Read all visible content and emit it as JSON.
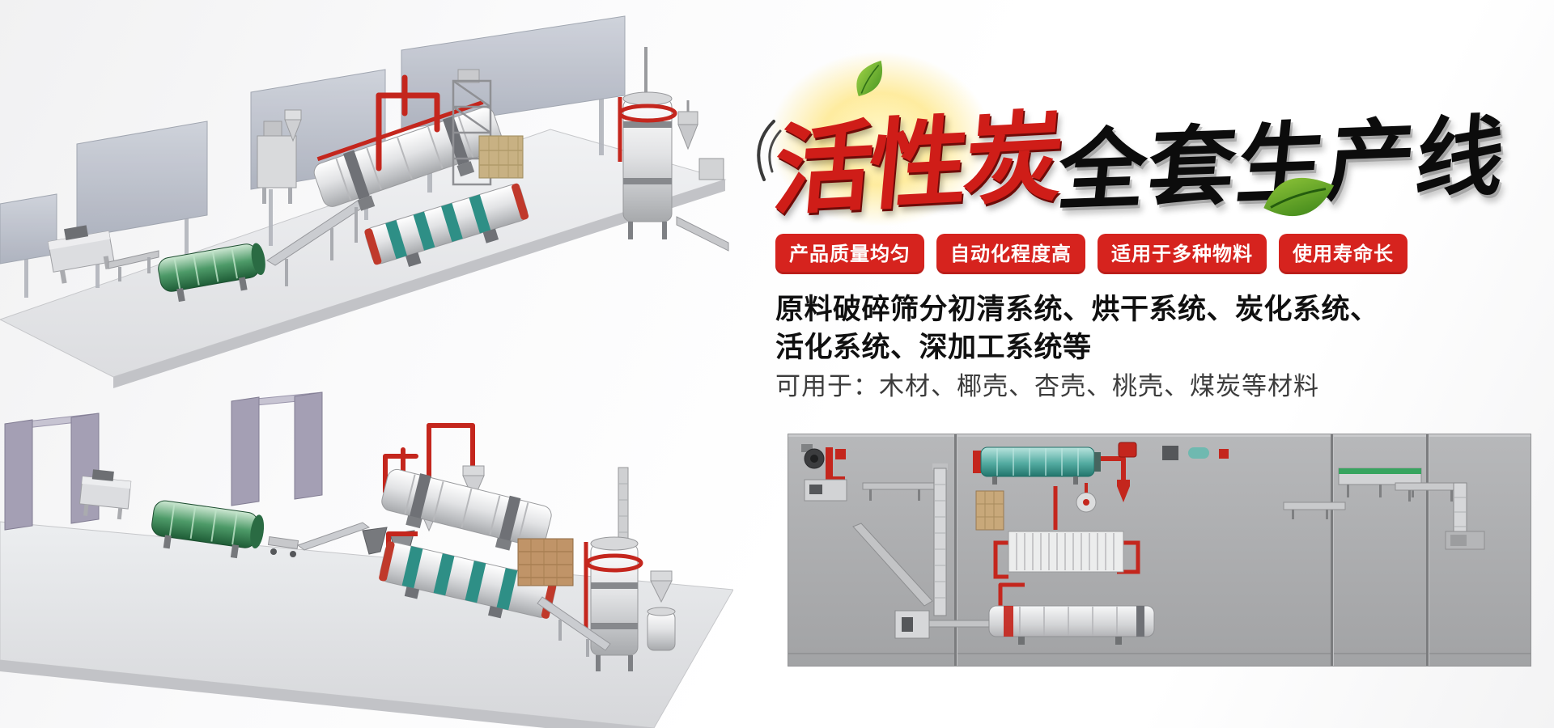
{
  "banner": {
    "title": {
      "highlight": "活性炭",
      "rest": "全套生产线"
    },
    "badges": [
      "产品质量均匀",
      "自动化程度高",
      "适用于多种物料",
      "使用寿命长"
    ],
    "description": {
      "line1": "原料破碎筛分初清系统、烘干系统、炭化系统、",
      "line2": "活化系统、深加工系统等",
      "line3": "可用于：木材、椰壳、杏壳、桃壳、煤炭等材料"
    },
    "colors": {
      "badge_red": "#d6231e",
      "title_red": "#cf1d18",
      "title_black": "#0c0c0c",
      "leaf_green": "#5aa62c",
      "pipe_red": "#c4261d",
      "panel_gray": "#aaabad"
    }
  },
  "figures": {
    "top_render": "activated-carbon-production-line-3d-render-upper",
    "bottom_render": "activated-carbon-production-line-3d-render-lower",
    "schematic": "production-line-plant-layout-schematic"
  }
}
